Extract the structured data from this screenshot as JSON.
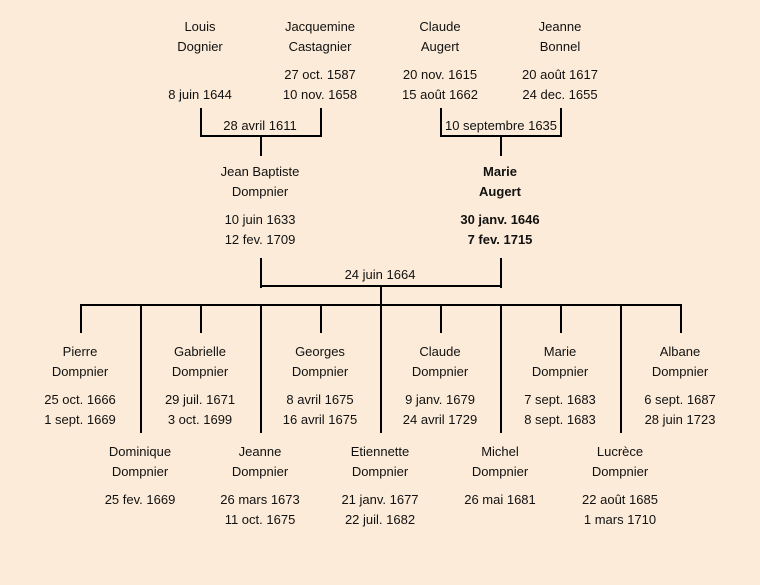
{
  "grandparents": [
    {
      "first": "Louis",
      "last": "Dognier",
      "birth": null,
      "death": "8 juin 1644"
    },
    {
      "first": "Jacquemine",
      "last": "Castagnier",
      "birth": "27 oct. 1587",
      "death": "10 nov. 1658"
    },
    {
      "first": "Claude",
      "last": "Augert",
      "birth": "20 nov. 1615",
      "death": "15 août 1662"
    },
    {
      "first": "Jeanne",
      "last": "Bonnel",
      "birth": "20 août 1617",
      "death": "24 dec. 1655"
    }
  ],
  "grandparent_marriages": [
    "28 avril 1611",
    "10 septembre 1635"
  ],
  "parents": [
    {
      "first": "Jean Baptiste",
      "last": "Dompnier",
      "birth": "10 juin 1633",
      "death": "12 fev. 1709"
    },
    {
      "first": "Marie",
      "last": "Augert",
      "birth": "30 janv. 1646",
      "death": "7 fev. 1715",
      "highlighted": true
    }
  ],
  "parent_marriage": "24 juin 1664",
  "children": [
    {
      "first": "Pierre",
      "last": "Dompnier",
      "birth": "25 oct. 1666",
      "death": "1 sept. 1669"
    },
    {
      "first": "Dominique",
      "last": "Dompnier",
      "birth": "25 fev. 1669",
      "death": null
    },
    {
      "first": "Gabrielle",
      "last": "Dompnier",
      "birth": "29 juil. 1671",
      "death": "3 oct. 1699"
    },
    {
      "first": "Jeanne",
      "last": "Dompnier",
      "birth": "26 mars 1673",
      "death": "11 oct. 1675"
    },
    {
      "first": "Georges",
      "last": "Dompnier",
      "birth": "8 avril 1675",
      "death": "16 avril 1675"
    },
    {
      "first": "Etiennette",
      "last": "Dompnier",
      "birth": "21 janv. 1677",
      "death": "22 juil. 1682"
    },
    {
      "first": "Claude",
      "last": "Dompnier",
      "birth": "9 janv. 1679",
      "death": "24 avril 1729"
    },
    {
      "first": "Michel",
      "last": "Dompnier",
      "birth": "26 mai 1681",
      "death": null
    },
    {
      "first": "Marie",
      "last": "Dompnier",
      "birth": "7 sept. 1683",
      "death": "8 sept. 1683"
    },
    {
      "first": "Lucrèce",
      "last": "Dompnier",
      "birth": "22 août 1685",
      "death": "1 mars 1710"
    },
    {
      "first": "Albane",
      "last": "Dompnier",
      "birth": "6 sept. 1687",
      "death": "28 juin 1723"
    }
  ]
}
